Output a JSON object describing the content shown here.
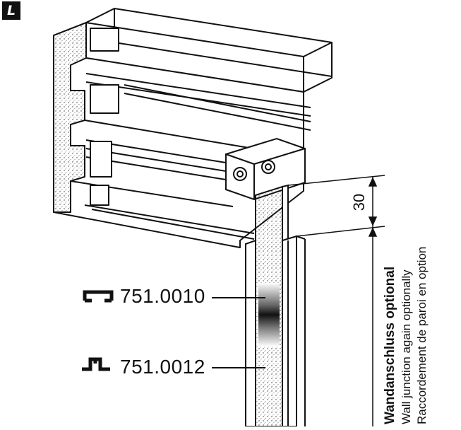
{
  "figure": {
    "badge": "L",
    "dimension": "30",
    "parts": [
      {
        "code": "751.0010",
        "icon": "u-channel-profile-icon"
      },
      {
        "code": "751.0012",
        "icon": "t-profile-icon"
      }
    ],
    "wall_junction": {
      "de": "Wandanschluss optional",
      "en": "Wall junction again optionally",
      "fr": "Raccordement de paroi en option"
    }
  },
  "colors": {
    "ink": "#111111",
    "paper": "#ffffff",
    "panel_dark": "#222222"
  }
}
